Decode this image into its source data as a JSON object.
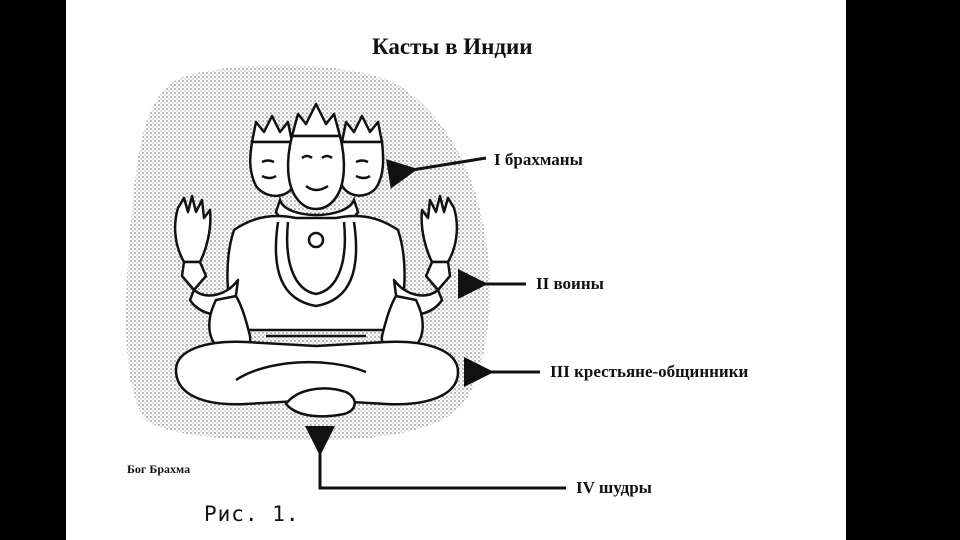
{
  "title": "Касты в Индии",
  "labels": {
    "caste1": "I брахманы",
    "caste2": "II воины",
    "caste3": "III крестьяне-общинники",
    "caste4": "IV шудры"
  },
  "figure_label": "Бог Брахма",
  "caption": "Рис. 1.",
  "colors": {
    "background": "#000000",
    "slide": "#ffffff",
    "ink": "#111111",
    "stipple": "#9a9a9a"
  }
}
